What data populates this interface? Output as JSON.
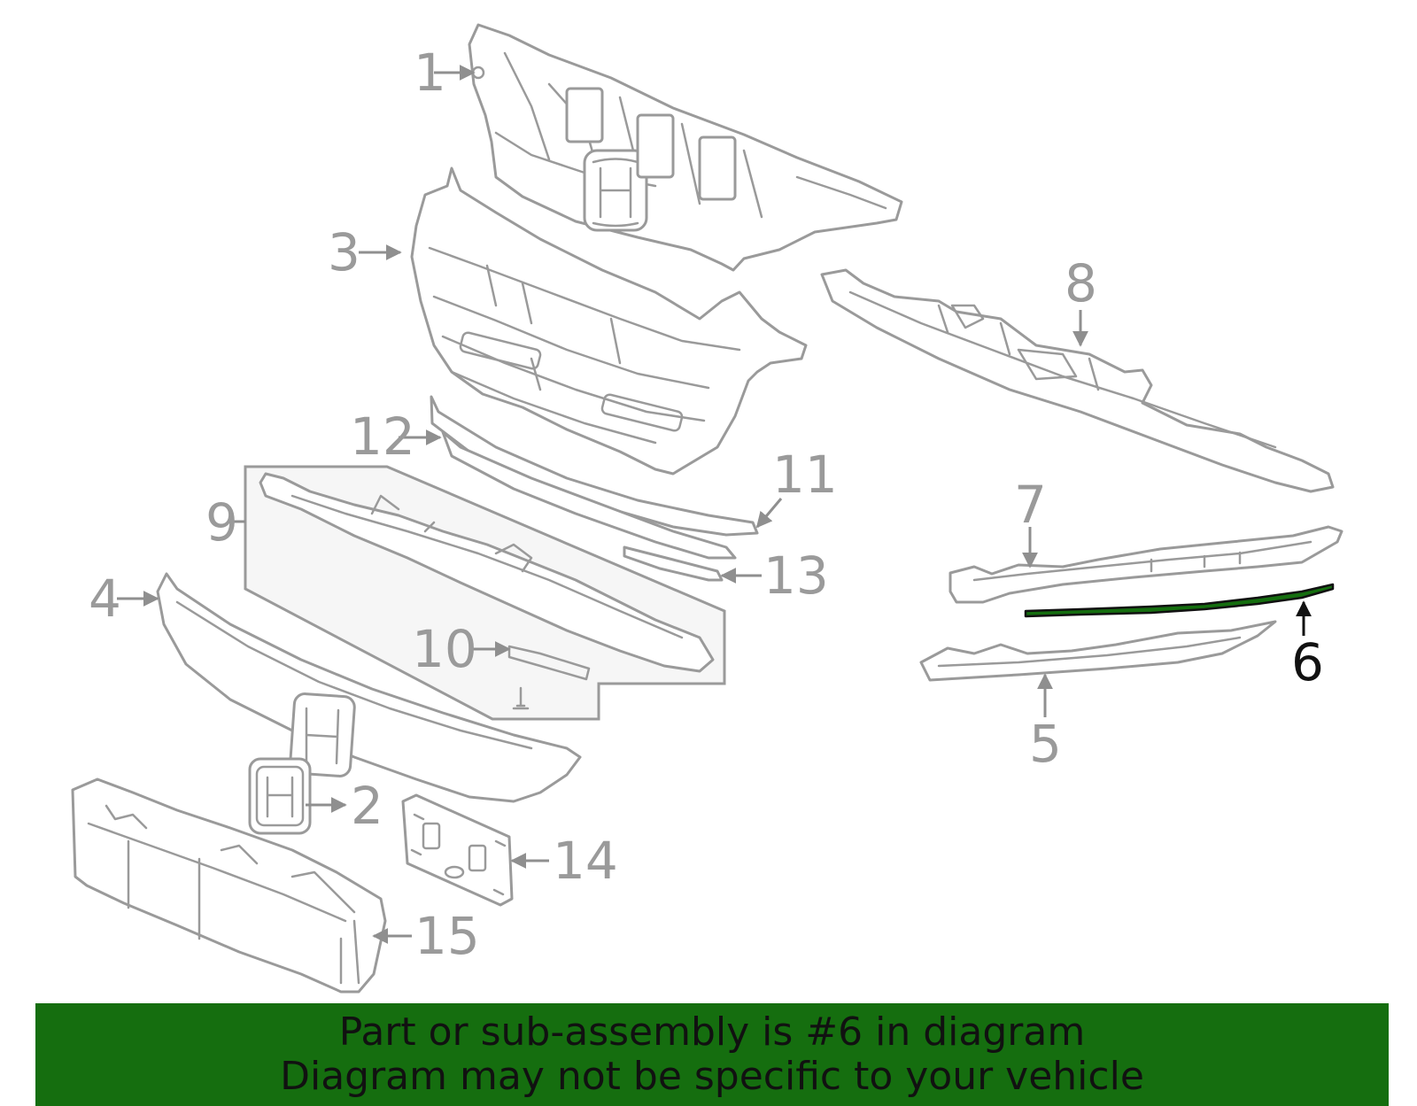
{
  "diagram": {
    "callouts": [
      "1",
      "2",
      "3",
      "4",
      "5",
      "6",
      "7",
      "8",
      "9",
      "10",
      "11",
      "12",
      "13",
      "14",
      "15"
    ],
    "highlighted_part": "6",
    "highlight_color": "#156e0f",
    "banner_color": "#156e0f"
  },
  "banner": {
    "line1": "Part or sub-assembly is #6 in diagram",
    "line2": "Diagram may not be specific to your vehicle"
  }
}
